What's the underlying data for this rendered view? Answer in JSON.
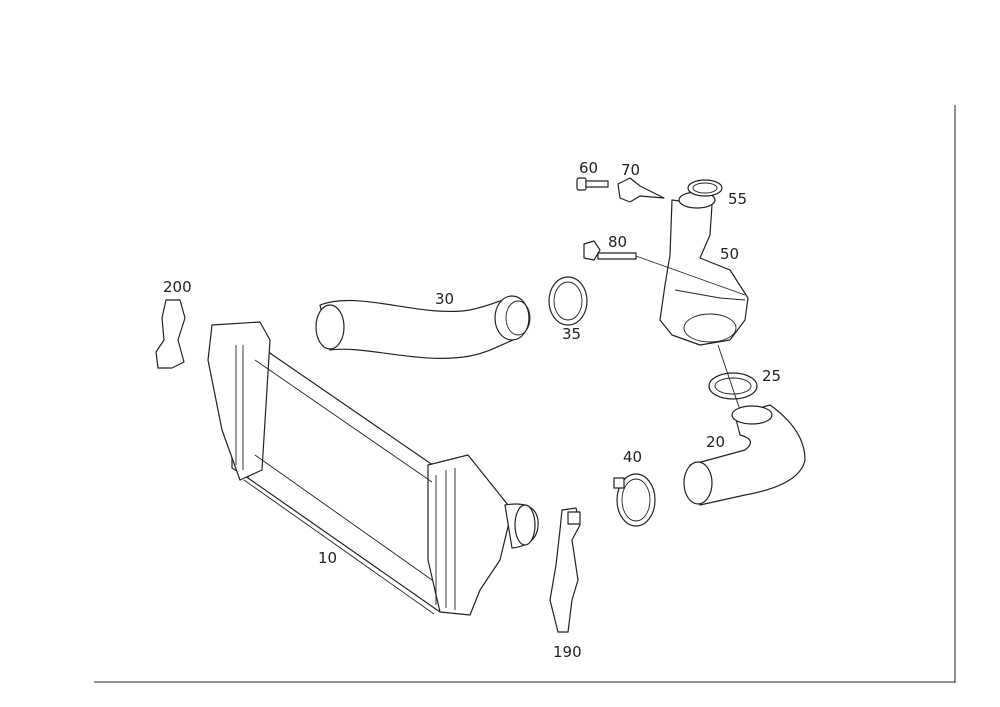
{
  "parts": [
    {
      "id": "p10",
      "label": "10"
    },
    {
      "id": "p20",
      "label": "20"
    },
    {
      "id": "p25",
      "label": "25"
    },
    {
      "id": "p30",
      "label": "30"
    },
    {
      "id": "p35",
      "label": "35"
    },
    {
      "id": "p40",
      "label": "40"
    },
    {
      "id": "p50",
      "label": "50"
    },
    {
      "id": "p55",
      "label": "55"
    },
    {
      "id": "p60",
      "label": "60"
    },
    {
      "id": "p70",
      "label": "70"
    },
    {
      "id": "p80",
      "label": "80"
    },
    {
      "id": "p190",
      "label": "190"
    },
    {
      "id": "p200",
      "label": "200"
    }
  ]
}
